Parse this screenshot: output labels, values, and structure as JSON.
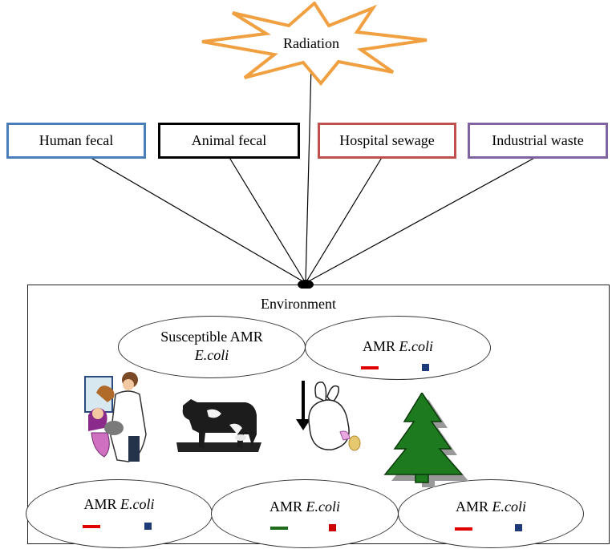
{
  "radiation": {
    "label": "Radiation",
    "color": "#f0a040"
  },
  "sources": [
    {
      "label": "Human fecal",
      "border_color": "#4a7ebb"
    },
    {
      "label": "Animal fecal",
      "border_color": "#000000"
    },
    {
      "label": "Hospital sewage",
      "border_color": "#c0504d"
    },
    {
      "label": "Industrial waste",
      "border_color": "#8064a2"
    }
  ],
  "environment": {
    "title": "Environment",
    "top_ellipses": [
      {
        "line1": "Susceptible AMR",
        "line2_italic": "E.coli"
      },
      {
        "prefix": "AMR ",
        "italic": "E.coli",
        "marks": [
          "#e00000",
          "#1f3a78"
        ]
      }
    ],
    "bottom_ellipses": [
      {
        "prefix": "AMR ",
        "italic": "E.coli",
        "marks": [
          "#e00000",
          "#1f3a78"
        ]
      },
      {
        "prefix": "AMR ",
        "italic": "E.coli",
        "marks": [
          "#1e6b1e",
          "#cc0000"
        ]
      },
      {
        "prefix": "AMR ",
        "italic": "E.coli",
        "marks": [
          "#e00000",
          "#1f3a78"
        ]
      }
    ],
    "pictures": [
      "vet-with-pets-icon",
      "cow-icon",
      "rabbit-icon",
      "pine-tree-icon"
    ]
  },
  "colors": {
    "line": "#000000",
    "tree": "#1e7a1e",
    "tree_shadow": "#999999"
  }
}
